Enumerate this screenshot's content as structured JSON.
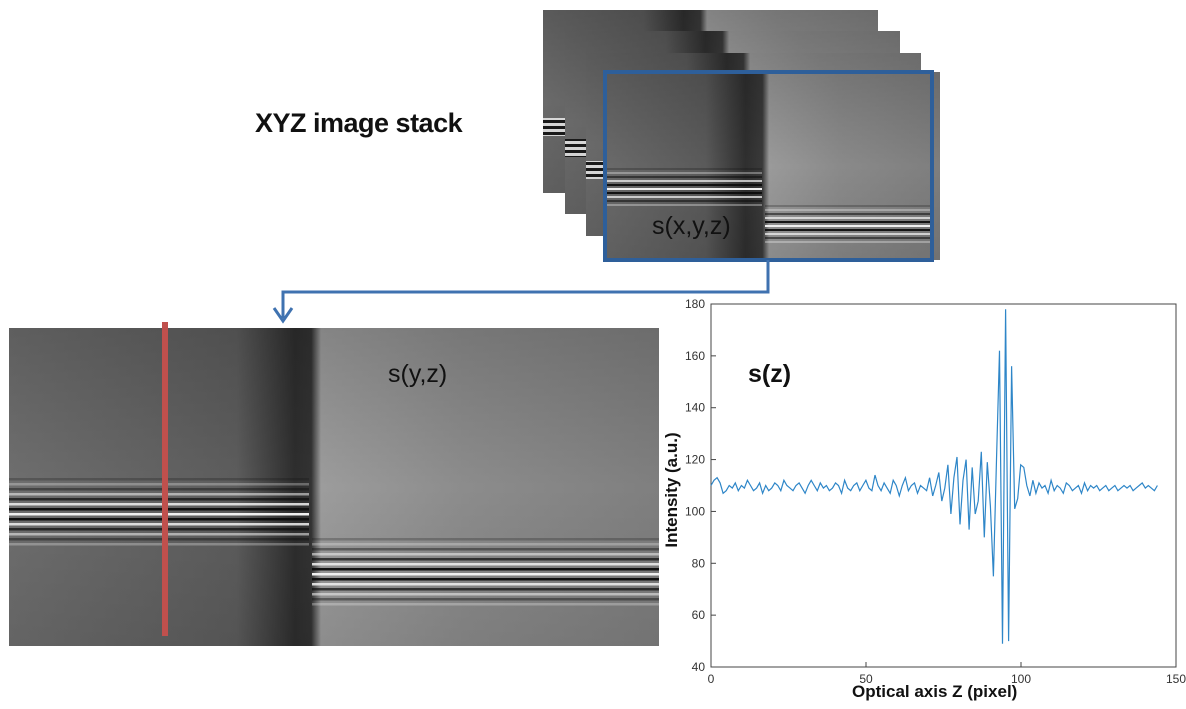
{
  "labels": {
    "stack_title": "XYZ image stack",
    "frame_label": "s(x,y,z)",
    "slice_label": "s(y,z)",
    "profile_label": "s(z)"
  },
  "colors": {
    "frame_border": "#2e5f9a",
    "arrow": "#3f72b0",
    "profile_marker": "#c0504d",
    "plot_line": "#2e86c8"
  },
  "chart_data": {
    "type": "line",
    "title": "",
    "xlabel": "Optical axis Z (pixel)",
    "ylabel": "Intensity (a.u.)",
    "xlim": [
      0,
      150
    ],
    "ylim": [
      40,
      180
    ],
    "xticks": [
      0,
      50,
      100,
      150
    ],
    "yticks": [
      40,
      60,
      80,
      100,
      120,
      140,
      160,
      180
    ],
    "grid": false,
    "series": [
      {
        "values": [
          110,
          112,
          113,
          111,
          107,
          108,
          110,
          109,
          111,
          108,
          110,
          109,
          112,
          110,
          108,
          109,
          111,
          107,
          110,
          108,
          109,
          111,
          110,
          108,
          112,
          110,
          109,
          108,
          110,
          111,
          109,
          107,
          110,
          112,
          110,
          108,
          111,
          109,
          110,
          108,
          109,
          111,
          110,
          107,
          112,
          109,
          108,
          110,
          111,
          108,
          110,
          112,
          109,
          108,
          114,
          110,
          108,
          111,
          109,
          107,
          112,
          110,
          106,
          110,
          113,
          108,
          110,
          111,
          107,
          110,
          109,
          108,
          113,
          106,
          110,
          115,
          104,
          109,
          118,
          99,
          113,
          121,
          95,
          112,
          120,
          93,
          117,
          99,
          104,
          123,
          90,
          119,
          102,
          75,
          120,
          162,
          49,
          178,
          50,
          156,
          101,
          105,
          118,
          117,
          110,
          106,
          112,
          107,
          111,
          109,
          110,
          107,
          112,
          108,
          110,
          109,
          107,
          111,
          110,
          108,
          109,
          110,
          107,
          111,
          108,
          110,
          109,
          110,
          108,
          109,
          110,
          108,
          109,
          110,
          108,
          109,
          110,
          109,
          110,
          108,
          109,
          110,
          111,
          109,
          110,
          109,
          108,
          110
        ]
      }
    ]
  }
}
